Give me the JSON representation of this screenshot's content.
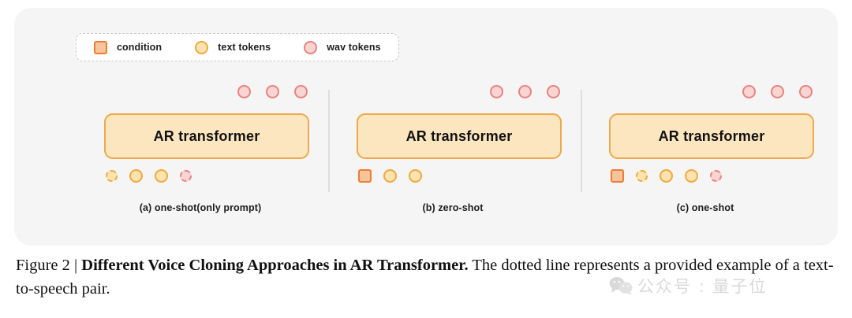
{
  "figure": {
    "legend": {
      "items": [
        {
          "icon": "condition-square-icon",
          "label": "condition"
        },
        {
          "icon": "text-token-circle-icon",
          "label": "text tokens"
        },
        {
          "icon": "wav-token-circle-icon",
          "label": "wav tokens"
        }
      ]
    },
    "panels": [
      {
        "id": "a",
        "caption": "(a) one-shot(only prompt)",
        "box_label": "AR transformer",
        "output_tokens": [
          "wav",
          "wav",
          "wav"
        ],
        "input_tokens": [
          "text-dashed",
          "text",
          "text",
          "wav-dashed"
        ]
      },
      {
        "id": "b",
        "caption": "(b) zero-shot",
        "box_label": "AR transformer",
        "output_tokens": [
          "wav",
          "wav",
          "wav"
        ],
        "input_tokens": [
          "condition",
          "text",
          "text"
        ]
      },
      {
        "id": "c",
        "caption": "(c) one-shot",
        "box_label": "AR transformer",
        "output_tokens": [
          "wav",
          "wav",
          "wav"
        ],
        "input_tokens": [
          "condition",
          "text-dashed",
          "text",
          "text",
          "wav-dashed"
        ]
      }
    ],
    "caption": {
      "figure_number": "Figure 2 | ",
      "title": "Different Voice Cloning Approaches in AR Transformer.",
      "body": " The dotted line represents a provided example of a text-to-speech pair."
    }
  },
  "watermark": {
    "text": "公众号 : 量子位"
  },
  "colors": {
    "card_background": "#f5f5f5",
    "page_background": "#ffffff",
    "box_fill": "#fce6c0",
    "box_border": "#f0a84a",
    "condition_fill": "#f8c49b",
    "condition_border": "#ee7c31",
    "text_token_fill": "#fce3b0",
    "text_token_border": "#f0a93f",
    "wav_token_fill": "#f8d5d2",
    "wav_token_border": "#e9837e",
    "divider": "#dedede",
    "legend_border": "#c9c9c9"
  }
}
